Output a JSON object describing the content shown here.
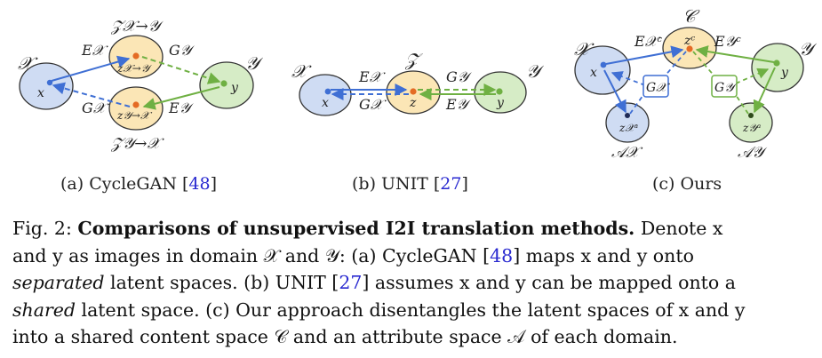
{
  "panels": {
    "a": {
      "label_prefix": "(a) CycleGAN [",
      "cite": "48",
      "label_suffix": "]",
      "nodes": {
        "X": "𝒳",
        "x": "x",
        "Y": "𝒴",
        "y": "y",
        "Zxy_title": "𝒵𝒳→𝒴",
        "Zxy_inner": "z𝒳→𝒴",
        "Zyx_title": "𝒵𝒴→𝒳",
        "Zyx_inner": "z𝒴→𝒳",
        "Ex": "E𝒳",
        "Gy": "G𝒴",
        "Gx": "G𝒳",
        "Ey": "E𝒴"
      }
    },
    "b": {
      "label_prefix": "(b) UNIT [",
      "cite": "27",
      "label_suffix": "]",
      "nodes": {
        "X": "𝒳",
        "x": "x",
        "Z": "𝒵",
        "z": "z",
        "Y": "𝒴",
        "y": "y",
        "Ex": "E𝒳",
        "Gx": "G𝒳",
        "Gy": "G𝒴",
        "Ey": "E𝒴"
      }
    },
    "c": {
      "label": "(c) Ours",
      "nodes": {
        "X": "𝒳",
        "x": "x",
        "C": "𝒞",
        "zc": "zᶜ",
        "Y": "𝒴",
        "y": "y",
        "Exc": "E𝒳ᶜ",
        "Eyc": "E𝒴ᶜ",
        "Gx": "G𝒳",
        "Gy": "G𝒴",
        "zxa": "z𝒳ᵃ",
        "zya": "z𝒴ᵃ",
        "Ax": "𝒜𝒳",
        "Ay": "𝒜𝒴"
      }
    }
  },
  "colors": {
    "blue": "#3f6fd4",
    "green": "#6fb043",
    "orange": "#e46b24",
    "domain_x_fill": "#cfdcf3",
    "latent_fill": "#fbe6b6",
    "domain_y_fill": "#d6ecc6"
  },
  "caption": {
    "fig_label": "Fig. 2: ",
    "title": "Comparisons of unsupervised I2I translation methods.",
    "line1_rest": " Denote x",
    "line2": "and y as images in domain 𝒳 and 𝒴: (a) CycleGAN [",
    "cite1": "48",
    "line2_rest": "] maps x and y onto",
    "line3_em": "separated",
    "line3_a": " latent spaces. (b) UNIT [",
    "cite2": "27",
    "line3_b": "] assumes x and y can be mapped onto a",
    "line4_em": "shared",
    "line4_rest": " latent space. (c) Our approach disentangles the latent spaces of x and y",
    "line5": "into a shared content space 𝒞 and an attribute space 𝒜 of each domain."
  }
}
